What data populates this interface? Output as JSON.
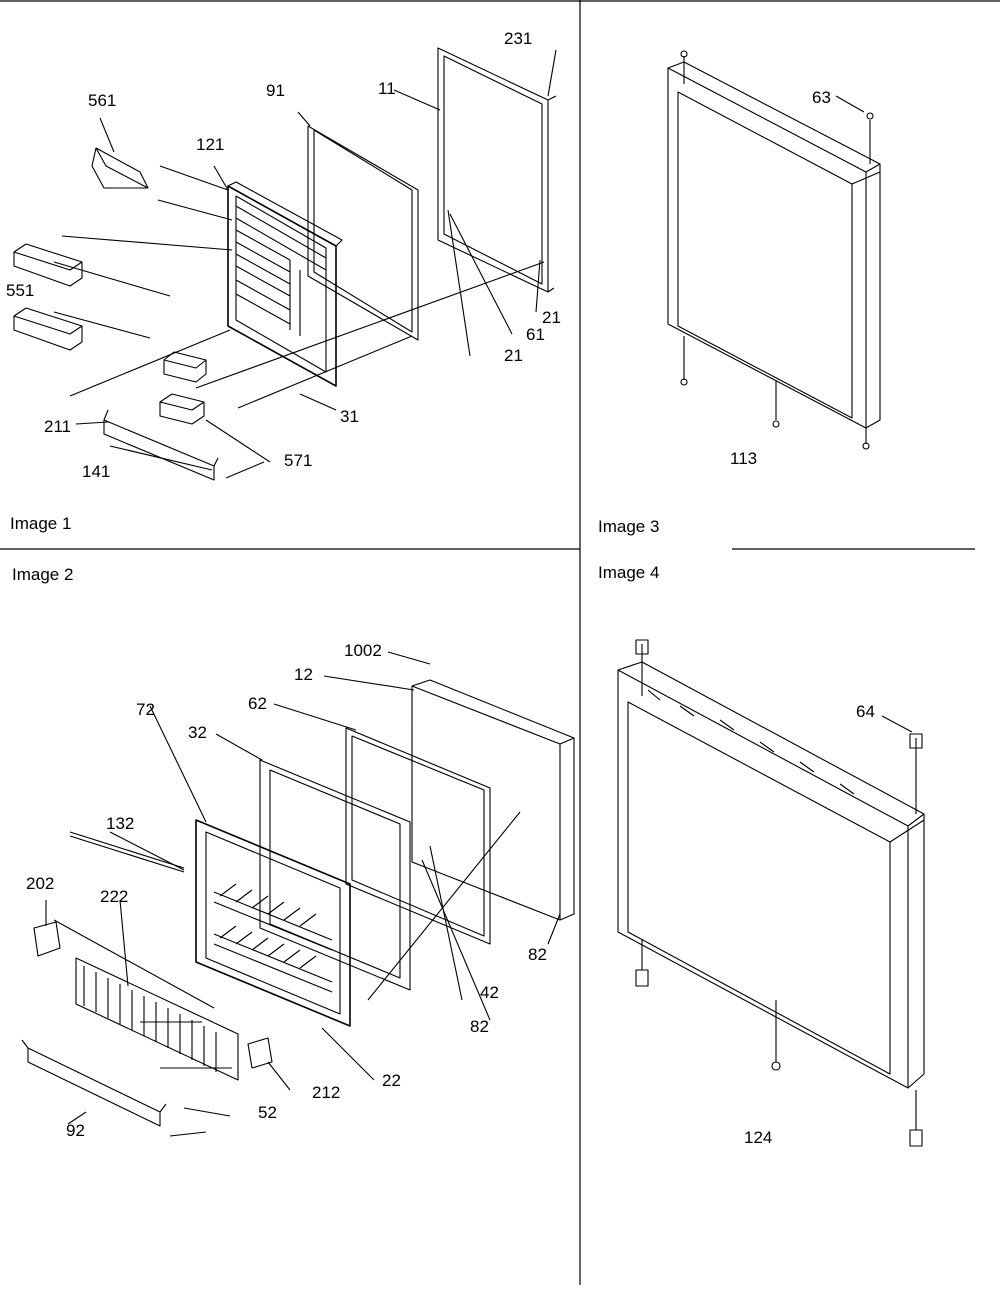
{
  "panels": {
    "image1": {
      "title": "Image 1"
    },
    "image2": {
      "title": "Image 2"
    },
    "image3": {
      "title": "Image 3"
    },
    "image4": {
      "title": "Image 4"
    }
  },
  "callouts": {
    "p1": [
      "231",
      "561",
      "91",
      "11",
      "121",
      "551",
      "21",
      "61",
      "21",
      "211",
      "31",
      "141",
      "571"
    ],
    "p2": [
      "1002",
      "12",
      "62",
      "32",
      "72",
      "132",
      "202",
      "222",
      "82",
      "42",
      "82",
      "212",
      "22",
      "92",
      "52"
    ],
    "p3": [
      "63",
      "113"
    ],
    "p4": [
      "64",
      "124"
    ]
  }
}
